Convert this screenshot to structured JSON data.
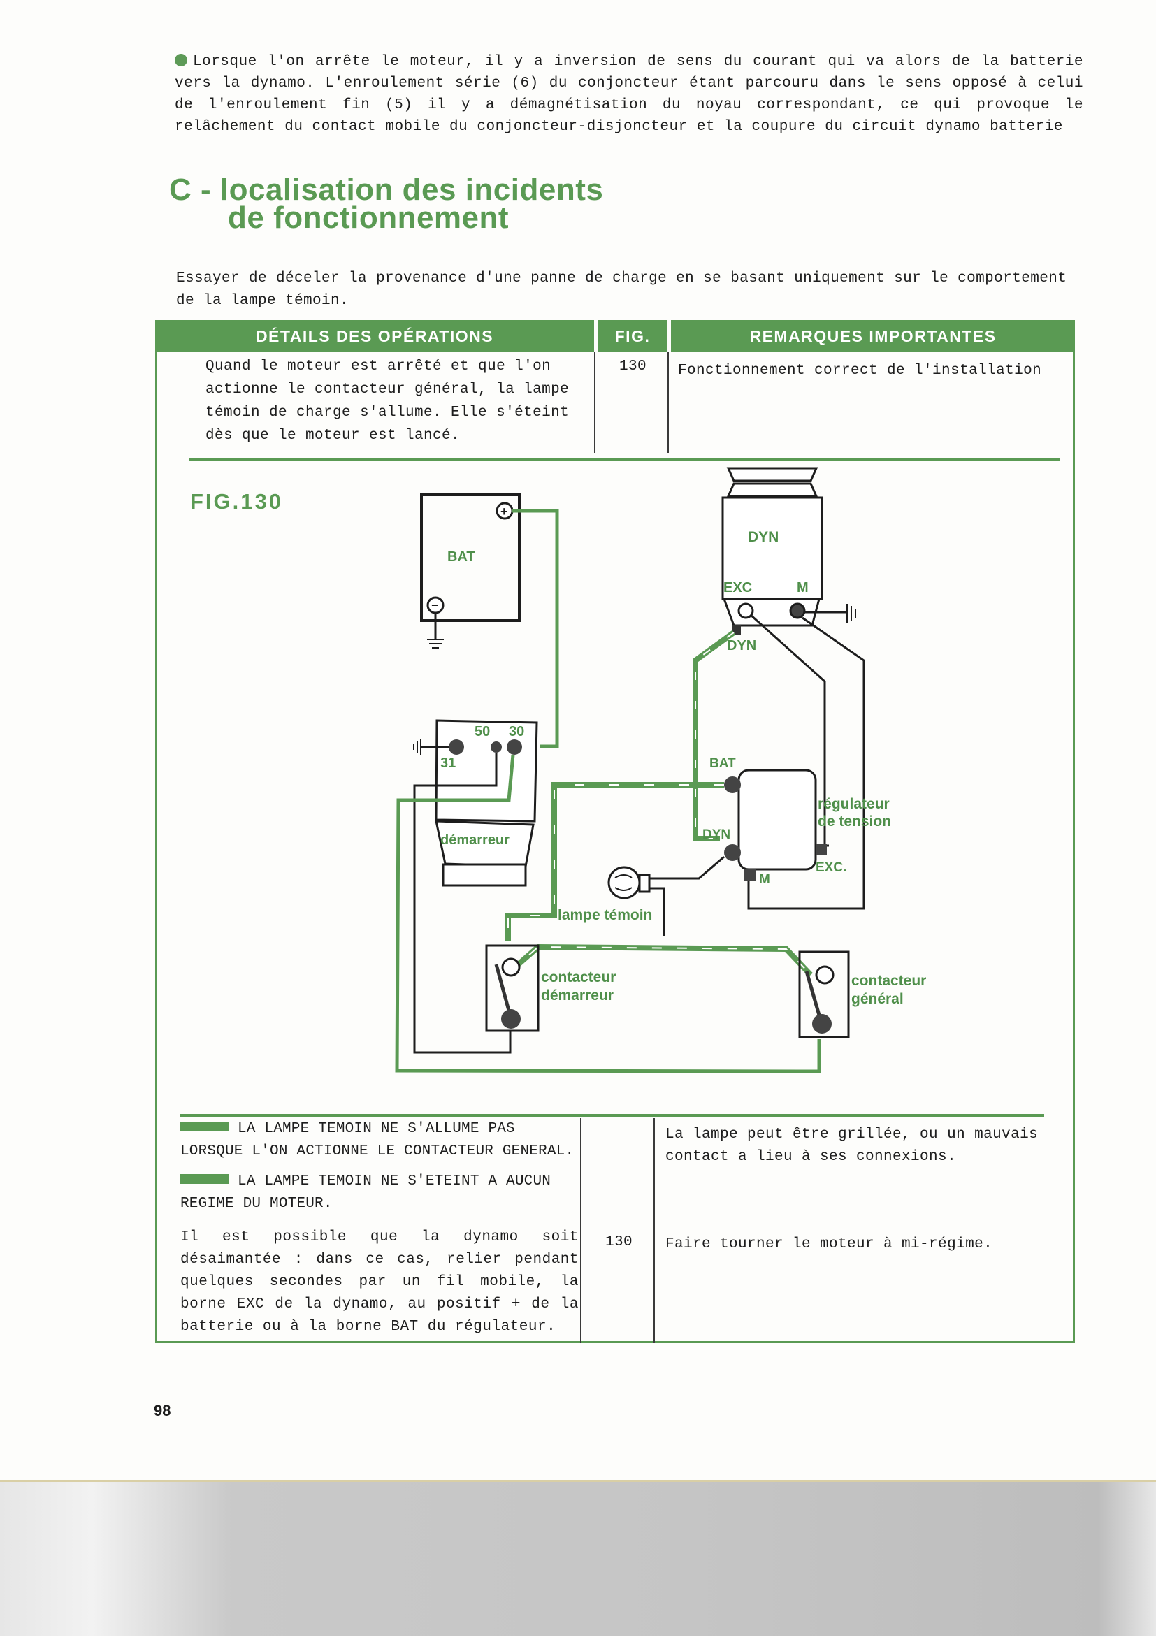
{
  "intro": {
    "text": "Lorsque l'on arrête le moteur, il y a inversion de sens du courant qui va alors de la batterie vers la dynamo. L'enroulement série (6) du conjoncteur étant parcouru  dans le sens  opposé à celui de l'enroulement fin (5) il y a démagnétisation du noyau correspondant, ce qui provoque le relâchement du contact mobile du conjoncteur-disjoncteur  et la  coupure du circuit dynamo batterie"
  },
  "section": {
    "heading_line1": "C - localisation des incidents",
    "heading_line2": "de fonctionnement",
    "lead": "Essayer de déceler la provenance d'une panne de charge en se basant uniquement sur le comportement de la lampe témoin."
  },
  "table": {
    "headers": [
      "DÉTAILS DES OPÉRATIONS",
      "FIG.",
      "REMARQUES IMPORTANTES"
    ],
    "row1": {
      "details": "Quand le moteur est arrêté et que l'on actionne le contacteur général, la lampe témoin de charge s'allume. Elle s'éteint dès que le moteur est lancé.",
      "fig": "130",
      "remark": "Fonctionnement correct de l'installation"
    },
    "row2": {
      "symptom1": "LA LAMPE TEMOIN NE S'ALLUME PAS LORSQUE L'ON ACTIONNE LE CONTACTEUR GENERAL.",
      "symptom2": "LA LAMPE TEMOIN NE S'ETEINT A AUCUN REGIME DU MOTEUR.",
      "details": "Il est possible que la dynamo soit désaimantée : dans ce cas, relier pendant quelques secondes par un fil  mobile, la borne EXC de la dynamo, au positif +  de la batterie ou à la borne BAT du régulateur.",
      "fig": "130",
      "remark1": "La lampe peut être grillée, ou un mauvais contact a lieu à ses connexions.",
      "remark2": "Faire tourner le moteur à mi-régime."
    }
  },
  "figure": {
    "label": "FIG.130",
    "labels": {
      "bat": "BAT",
      "plus": "+",
      "minus": "−",
      "dyn": "DYN",
      "exc": "EXC",
      "m": "M",
      "dyn_terminal": "DYN",
      "t50": "50",
      "t30": "30",
      "t31": "31",
      "demarreur": "démarreur",
      "reg_bat": "BAT",
      "reg_dyn": "DYN",
      "reg_exc": "EXC.",
      "reg_m": "M",
      "regulateur_1": "régulateur",
      "regulateur_2": "de tension",
      "lampe": "lampe témoin",
      "cont_dem_1": "contacteur",
      "cont_dem_2": "démarreur",
      "cont_gen_1": "contacteur",
      "cont_gen_2": "général"
    }
  },
  "page_number": "98",
  "colors": {
    "accent_green": "#5a9a53",
    "text": "#1d1d1d"
  }
}
